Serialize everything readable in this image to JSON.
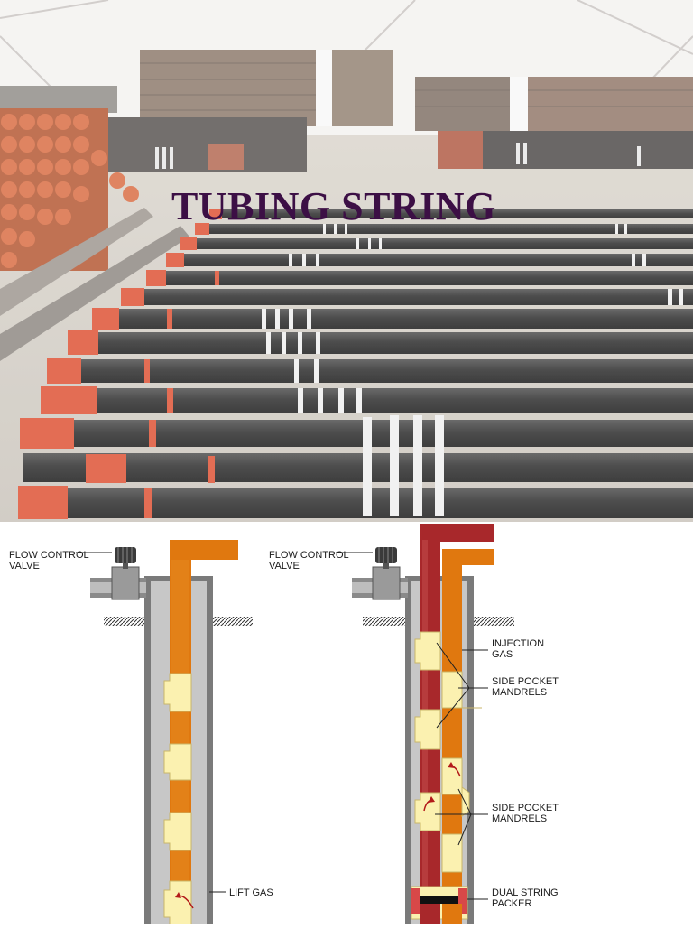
{
  "title": "TUBING STRING",
  "colors": {
    "title": "#3c0f45",
    "pipe_black": "#252525",
    "coupling_red": "#d8472a",
    "tubing_orange": "#e0780f",
    "casing_gray": "#7a7a7a",
    "annulus_gray": "#c7c7c7",
    "mandrel_cream": "#fbf1b0",
    "second_string_maroon": "#a8282b"
  },
  "diagram": {
    "left_well": {
      "flow_control_valve": "FLOW CONTROL\nVALVE",
      "lift_gas": "LIFT GAS"
    },
    "right_well": {
      "flow_control_valve": "FLOW CONTROL\nVALVE",
      "injection_gas": "INJECTION\nGAS",
      "side_pocket_mandrels_upper": "SIDE POCKET\nMANDRELS",
      "side_pocket_mandrels_lower": "SIDE POCKET\nMANDRELS",
      "dual_string_packer": "DUAL STRING\nPACKER"
    }
  }
}
